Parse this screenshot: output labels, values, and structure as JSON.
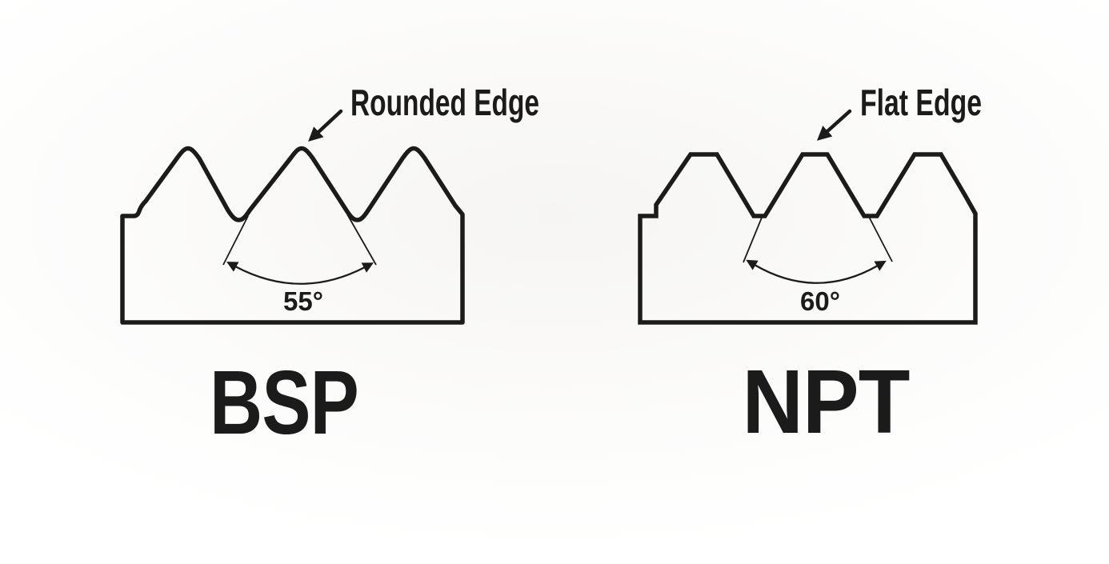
{
  "colors": {
    "ink": "#1b1b1b",
    "background": "#ffffff",
    "background_tint": "#f6f5f3"
  },
  "bsp": {
    "title": "BSP",
    "edge_callout": "Rounded Edge",
    "angle_label": "55°",
    "thread_angle_degrees": 55,
    "edge_type": "rounded"
  },
  "npt": {
    "title": "NPT",
    "edge_callout": "Flat Edge",
    "angle_label": "60°",
    "thread_angle_degrees": 60,
    "edge_type": "flat"
  }
}
